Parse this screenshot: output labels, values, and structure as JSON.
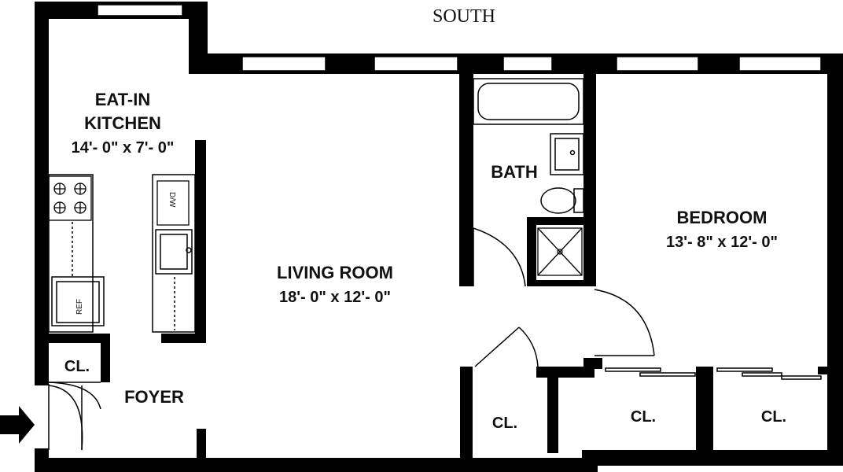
{
  "compass": {
    "south": "SOUTH"
  },
  "rooms": {
    "kitchen": {
      "name_line1": "EAT-IN",
      "name_line2": "KITCHEN",
      "dims": "14'- 0\" x 7'- 0\""
    },
    "living_room": {
      "name": "LIVING ROOM",
      "dims": "18'- 0\" x 12'- 0\""
    },
    "bath": {
      "name": "BATH"
    },
    "bedroom": {
      "name": "BEDROOM",
      "dims": "13'- 8\" x 12'- 0\""
    },
    "foyer": {
      "name": "FOYER"
    }
  },
  "closets": {
    "foyer_closet": "CL.",
    "hall_closet": "CL.",
    "bedroom_closet_1": "CL.",
    "bedroom_closet_2": "CL."
  },
  "appliances": {
    "refrigerator": "REF",
    "dishwasher": "D/W"
  },
  "colors": {
    "wall": "#000000",
    "background": "#ffffff"
  }
}
